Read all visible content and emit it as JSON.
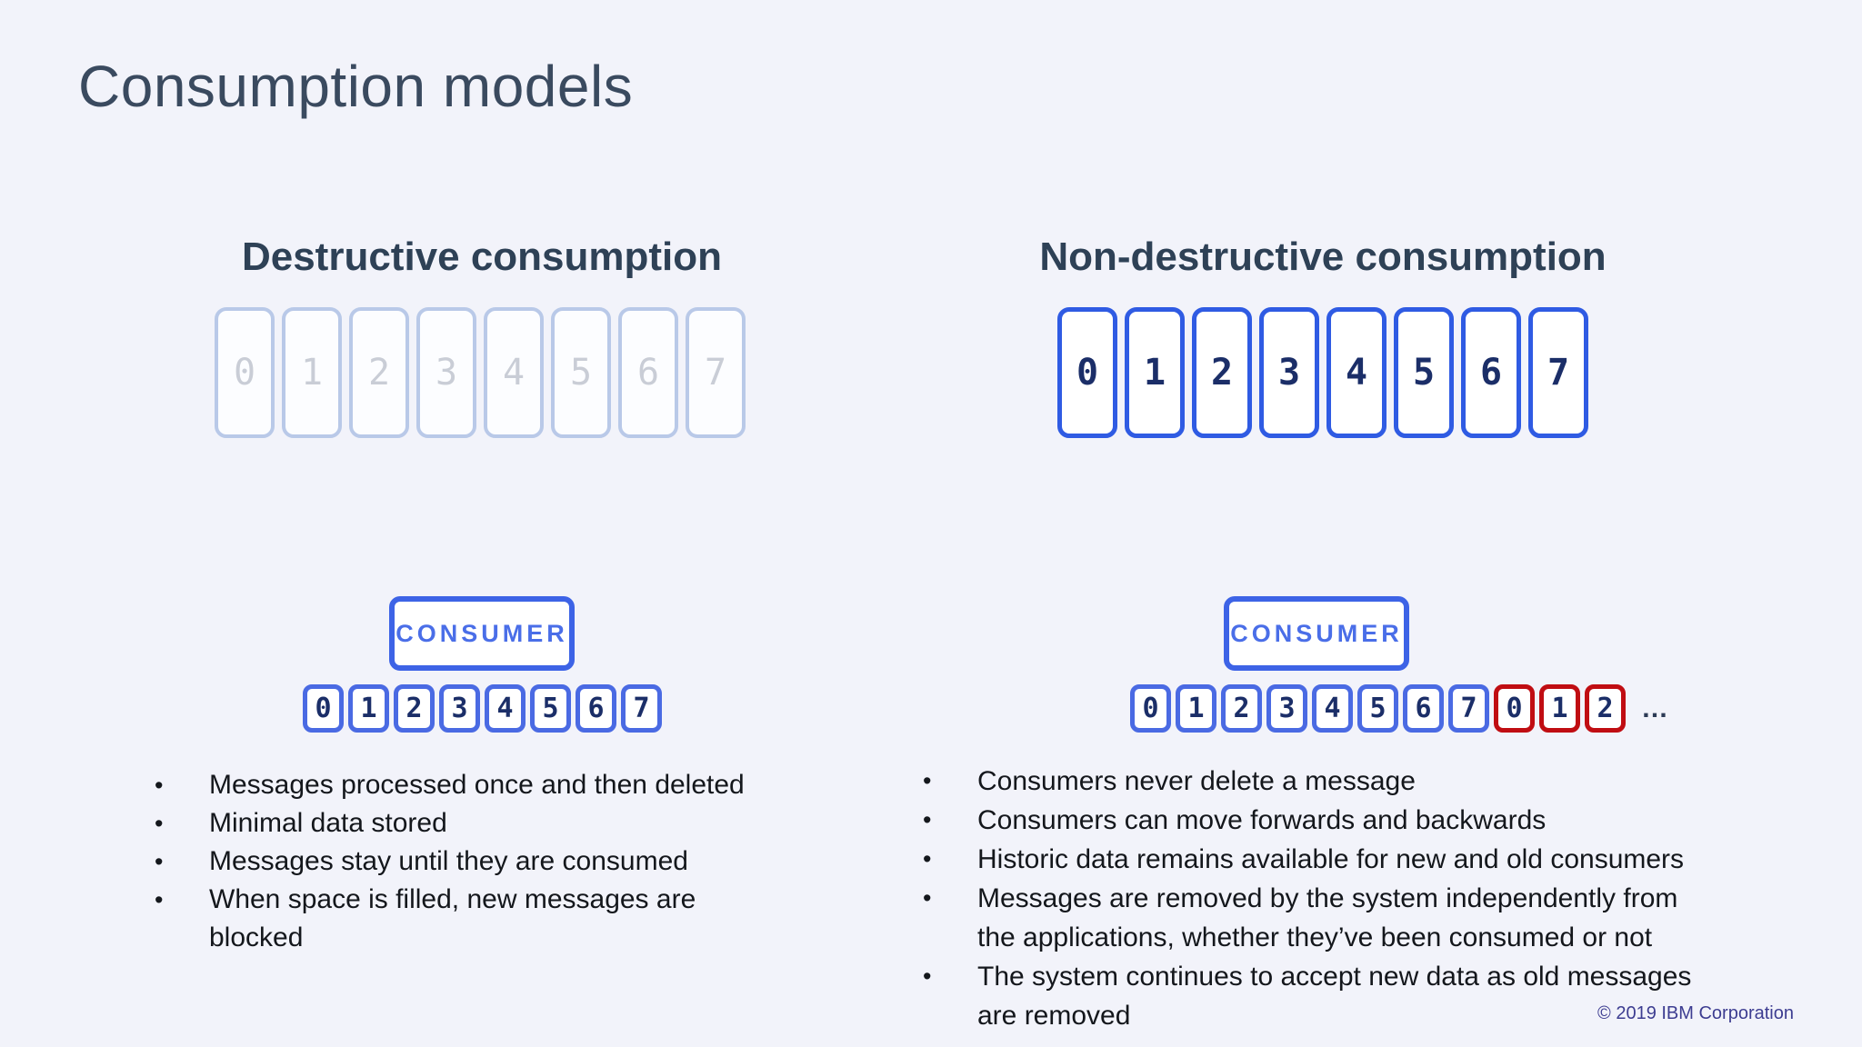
{
  "title": "Consumption models",
  "footer": "© 2019 IBM Corporation",
  "left_panel": {
    "heading": "Destructive consumption",
    "partition_cells": [
      "0",
      "1",
      "2",
      "3",
      "4",
      "5",
      "6",
      "7"
    ],
    "consumer": {
      "label": "CONSUMER",
      "cells": [
        "0",
        "1",
        "2",
        "3",
        "4",
        "5",
        "6",
        "7"
      ]
    },
    "bullets": [
      "Messages processed once and then deleted",
      "Minimal data stored",
      "Messages stay until they are consumed",
      "When space is filled, new messages are\nblocked"
    ]
  },
  "right_panel": {
    "heading": "Non-destructive consumption",
    "partition_cells": [
      "0",
      "1",
      "2",
      "3",
      "4",
      "5",
      "6",
      "7"
    ],
    "consumer": {
      "label": "CONSUMER",
      "blue_cells": [
        "0",
        "1",
        "2",
        "3",
        "4",
        "5",
        "6",
        "7"
      ],
      "red_cells": [
        "0",
        "1",
        "2"
      ],
      "ellipsis": "…"
    },
    "bullets": [
      "Consumers never delete a message",
      "Consumers can move forwards and backwards",
      "Historic data remains available for new and old consumers",
      "Messages are removed by the system independently from\nthe applications, whether they’ve been consumed or not",
      "The system continues to accept new data as old messages\nare removed"
    ]
  },
  "colors": {
    "background": "#f2f3fa",
    "title_text": "#3a4a5f",
    "heading_text": "#2e4156",
    "partition_border_blue": "#2f5be3",
    "small_box_border_blue": "#4a6ae3",
    "faded_border": "#b9c9e8",
    "faded_digit": "#c9cdd6",
    "digit_navy": "#1b2e68",
    "consumer_label_blue": "#4a6ee8",
    "alert_red": "#c00d12",
    "bullet_text": "#14171c",
    "footer_text": "#3d3d91"
  }
}
